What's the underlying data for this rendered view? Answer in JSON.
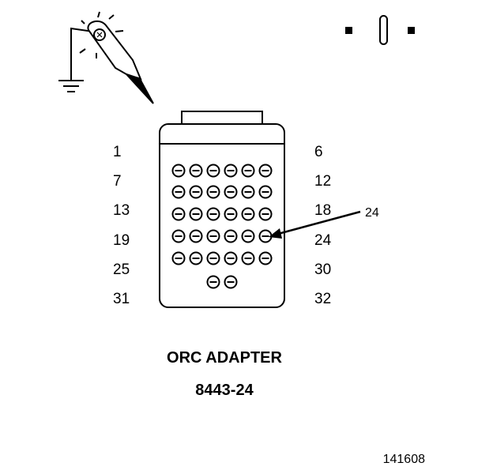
{
  "pin_labels_left": [
    "1",
    "7",
    "13",
    "19",
    "25",
    "31"
  ],
  "pin_labels_right": [
    "6",
    "12",
    "18",
    "24",
    "30",
    "32"
  ],
  "callout_label": "24",
  "caption_title": "ORC ADAPTER",
  "caption_part": "8443-24",
  "figure_number": "141608",
  "icons": {
    "test_lamp": "test-lamp-icon",
    "ground": "ground-icon",
    "fuse": "fuse-icon"
  }
}
